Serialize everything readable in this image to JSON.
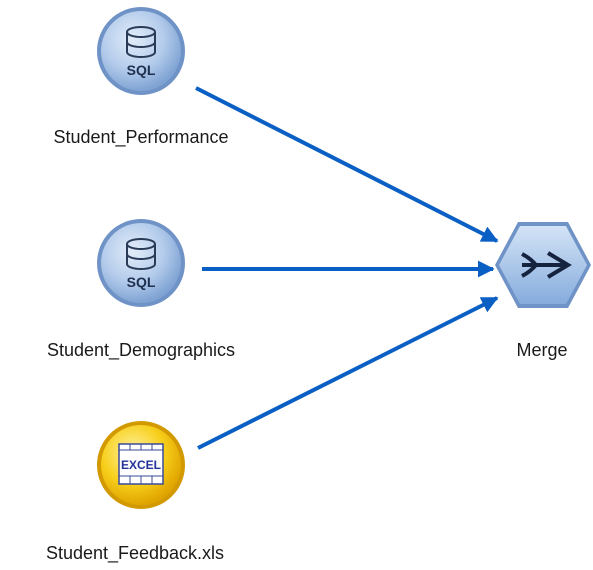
{
  "nodes": {
    "performance": {
      "label": "Student_Performance",
      "icon": "sql-database-icon",
      "icon_text": "SQL"
    },
    "demographics": {
      "label": "Student_Demographics",
      "icon": "sql-database-icon",
      "icon_text": "SQL"
    },
    "feedback": {
      "label": "Student_Feedback.xls",
      "icon": "excel-file-icon",
      "icon_text": "EXCEL"
    },
    "merge": {
      "label": "Merge",
      "icon": "merge-arrow-icon"
    }
  },
  "colors": {
    "connector": "#0a5fc4",
    "source_node_fill": "#a9c4e8",
    "excel_node_fill": "#f6c70a",
    "merge_node_fill": "#a7c8ee"
  }
}
